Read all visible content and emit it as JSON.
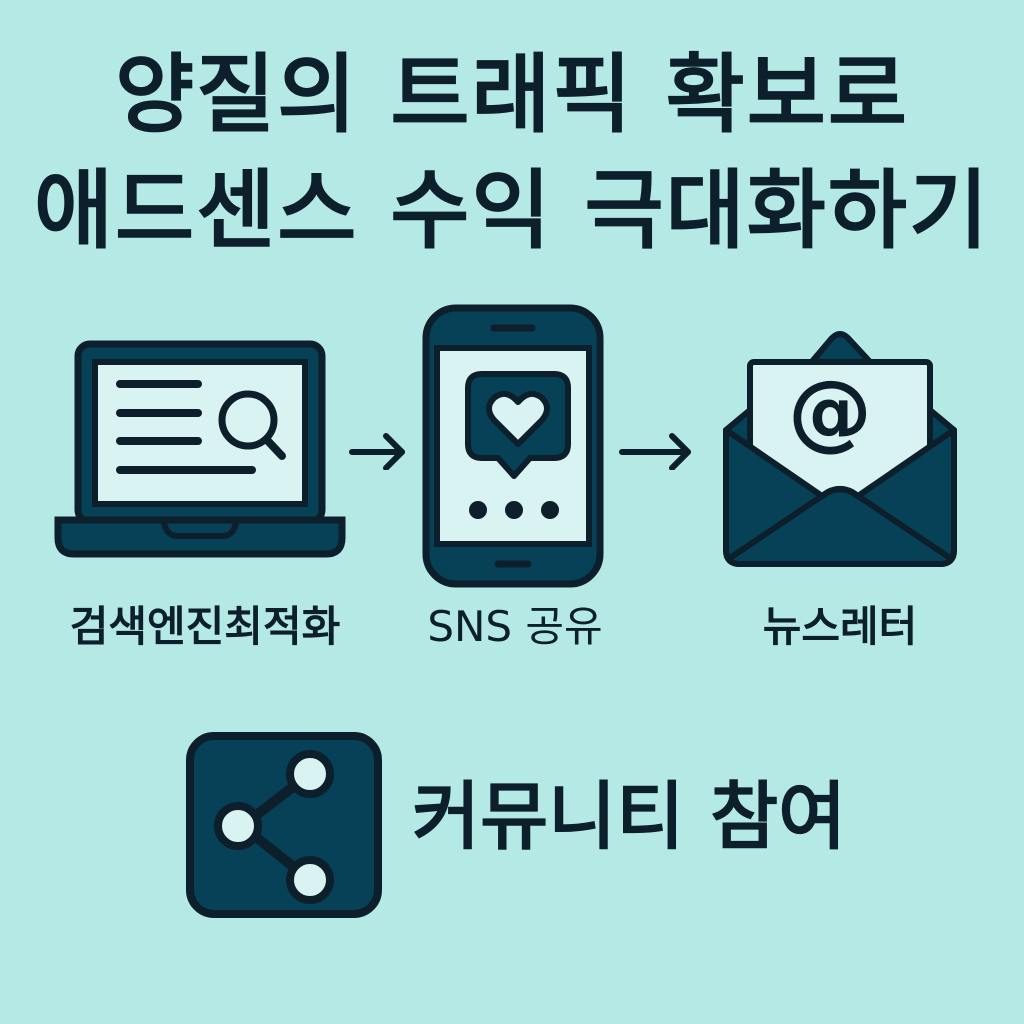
{
  "title": {
    "line1": "양질의 트래픽 확보로",
    "line2": "애드센스 수익 극대화하기"
  },
  "flow": [
    {
      "label": "검색엔진최적화",
      "icon": "laptop-search-icon"
    },
    {
      "label": "SNS 공유",
      "icon": "smartphone-heart-icon"
    },
    {
      "label": "뉴스레터",
      "icon": "envelope-at-icon"
    }
  ],
  "arrows": [
    "arrow-right-icon",
    "arrow-right-icon"
  ],
  "community": {
    "label": "커뮤니티 참여",
    "icon": "share-nodes-icon"
  },
  "colors": {
    "background": "#b4e9e6",
    "icon_fill": "#064158",
    "outline": "#0c1f2a",
    "screen": "#d8f3f2"
  }
}
